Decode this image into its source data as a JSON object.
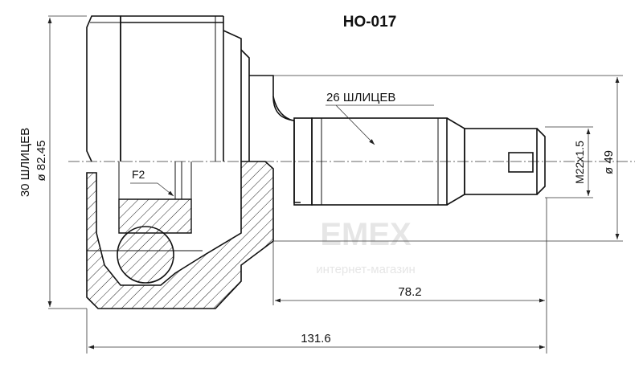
{
  "title": "HO-017",
  "labels": {
    "spline_shaft": "26 ШЛИЦЕВ",
    "spline_housing": "30 ШЛИЦЕВ",
    "f2": "F2"
  },
  "dimensions": {
    "outer_diameter": "ø 82.45",
    "seal_diameter": "ø 49",
    "thread": "M22x1.5",
    "shaft_length": "78.2",
    "total_length": "131.6"
  },
  "watermark": {
    "line1": "EMEX",
    "line2": "интернет-магазин"
  }
}
